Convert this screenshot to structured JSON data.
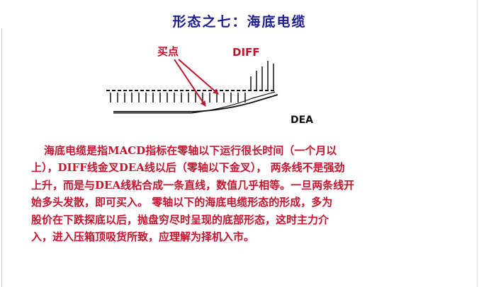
{
  "title": "形态之七：海底电缆",
  "diagram": {
    "buy_point_label": "买点",
    "diff_label": "DIFF",
    "dea_label": "DEA"
  },
  "description": [
    "海底电缆是指MACD指标在零轴以下运行很长时间（一个月以",
    "上），DIFF线金叉DEA线以后（零轴以下金叉）， 两条线不是强劲",
    "上升，而是与DEA线粘合成一条直线，数值几乎相等。一旦两条线开",
    "始多头发散，即可买入。   零轴以下的海底电缆形态的形成，多为",
    "股价在下跌探底以后，抛盘穷尽时呈现的底部形态，这时主力介",
    "入，进入压箱顶吸货所致，应理解为择机入市。"
  ],
  "colors": {
    "title": "#1c1c8c",
    "text": "#c4142e",
    "annotation": "#c0142c",
    "lines": "#111111"
  }
}
